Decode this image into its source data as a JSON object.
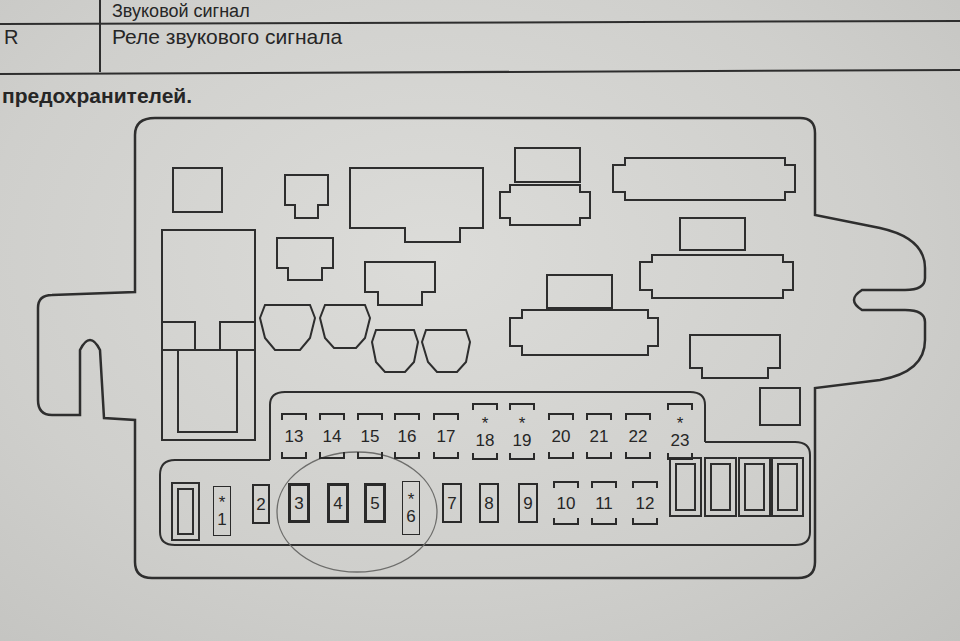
{
  "diagram": {
    "title": "предохранителей.",
    "nodes": [
      {
        "text": [
          "13"
        ]
      },
      {
        "text": [
          "14"
        ]
      },
      {
        "text": [
          "15"
        ]
      },
      {
        "text": [
          "16"
        ]
      },
      {
        "text": [
          "17"
        ]
      },
      {
        "text": [
          "*",
          "18"
        ]
      },
      {
        "text": [
          "*",
          "19"
        ]
      },
      {
        "text": [
          "20"
        ]
      },
      {
        "text": [
          "21"
        ]
      },
      {
        "text": [
          "22"
        ]
      },
      {
        "text": [
          "*",
          "23"
        ]
      },
      {
        "text": [
          "*",
          "1"
        ]
      },
      {
        "text": [
          "2"
        ]
      },
      {
        "text": [
          "3"
        ]
      },
      {
        "text": [
          "4"
        ]
      },
      {
        "text": [
          "5"
        ]
      },
      {
        "text": [
          "*",
          "6"
        ]
      },
      {
        "text": [
          "7"
        ]
      },
      {
        "text": [
          "8"
        ]
      },
      {
        "text": [
          "9"
        ]
      },
      {
        "text": [
          "10"
        ]
      },
      {
        "text": [
          "11"
        ]
      },
      {
        "text": [
          "12"
        ]
      }
    ],
    "labels": [
      "R",
      "Звуковой сигнал",
      "Реле звукового сигнала"
    ]
  }
}
